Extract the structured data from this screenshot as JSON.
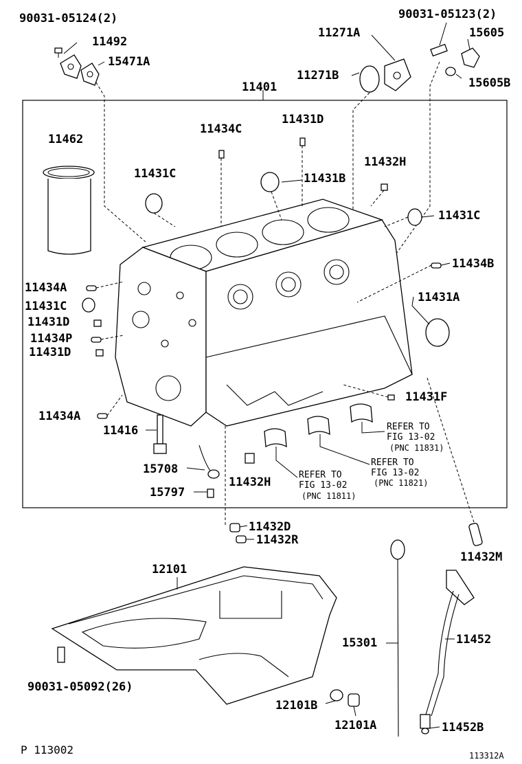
{
  "labels": {
    "bolt_90031_05124": "90031-05124(2)",
    "p11492": "11492",
    "p15471A": "15471A",
    "bolt_90031_05123": "90031-05123(2)",
    "p11271A": "11271A",
    "p15605": "15605",
    "p11271B": "11271B",
    "p15605B": "15605B",
    "p11401": "11401",
    "p11462": "11462",
    "p11434C": "11434C",
    "p11431D_top": "11431D",
    "p11432H_top": "11432H",
    "p11431C_top": "11431C",
    "p11431B": "11431B",
    "p11431C_right": "11431C",
    "p11434B": "11434B",
    "p11434A_1": "11434A",
    "p11431C_left": "11431C",
    "p11431D_left1": "11431D",
    "p11434P": "11434P",
    "p11431D_left2": "11431D",
    "p11431A": "11431A",
    "p11431F": "11431F",
    "p11434A_2": "11434A",
    "p11416": "11416",
    "p15708": "15708",
    "p15797": "15797",
    "p11432H_bottom": "11432H",
    "p11432D": "11432D",
    "p11432R": "11432R",
    "p11432M": "11432M",
    "p12101": "12101",
    "p15301": "15301",
    "p11452": "11452",
    "bolt_90031_05092": "90031-05092(26)",
    "p12101B": "12101B",
    "p12101A": "12101A",
    "p11452B": "11452B"
  },
  "refer_notes": [
    {
      "line1": "REFER TO",
      "line2": "FIG 13-02",
      "line3": "(PNC 11831)"
    },
    {
      "line1": "REFER TO",
      "line2": "FIG 13-02",
      "line3": "(PNC 11821)"
    },
    {
      "line1": "REFER TO",
      "line2": "FIG 13-02",
      "line3": "(PNC 11811)"
    }
  ],
  "footer": {
    "page_ref": "P 113002",
    "figure_id": "113312A"
  }
}
